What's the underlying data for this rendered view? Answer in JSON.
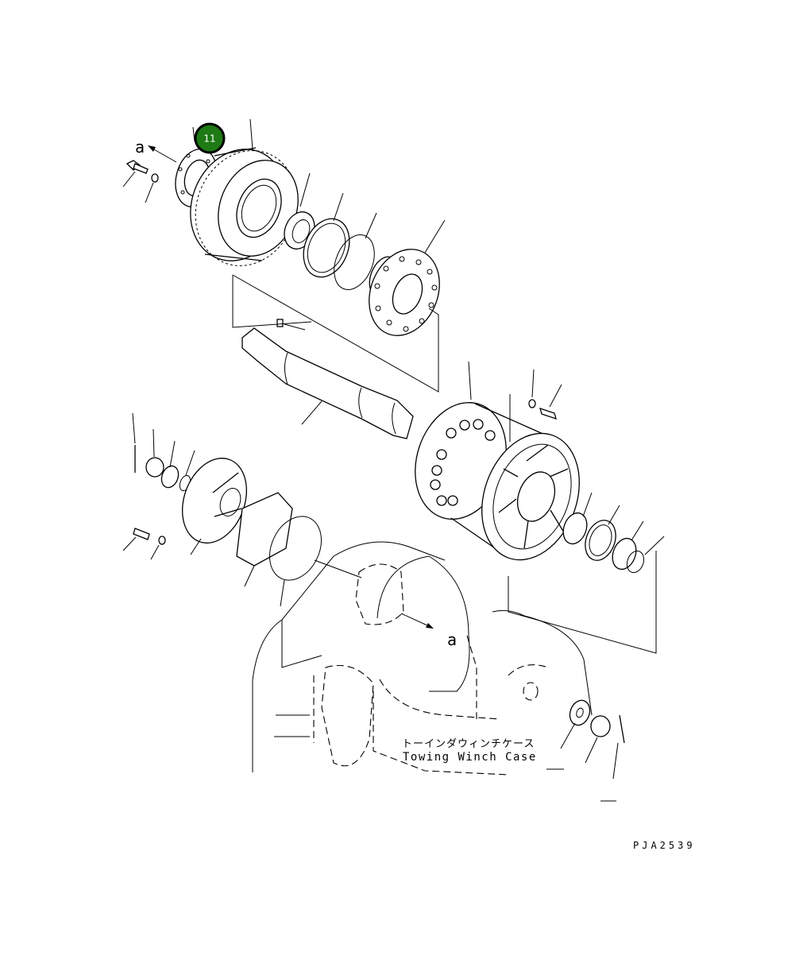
{
  "diagram": {
    "case_label_jp": "トーインダウィンチケース",
    "case_label_en": "Towing Winch Case",
    "drawing_code": "PJA2539",
    "ref_marker_top": "a",
    "ref_marker_bottom": "a",
    "callout": {
      "number": "11",
      "color": "#1e7a14"
    }
  }
}
